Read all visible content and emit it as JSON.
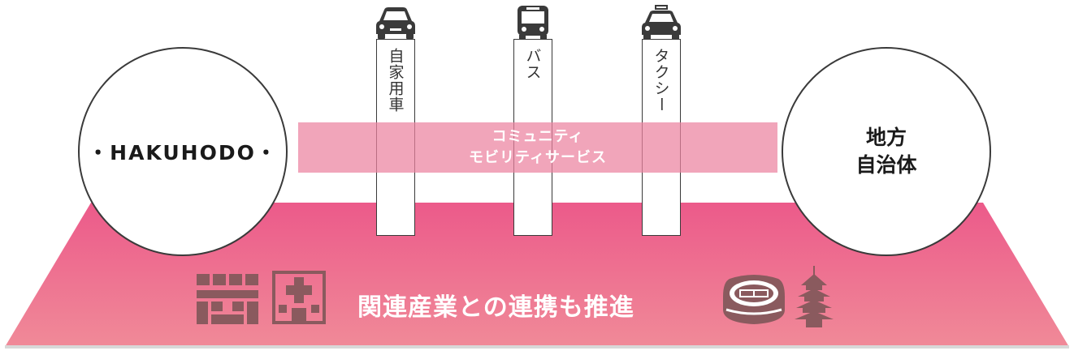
{
  "colors": {
    "platform_top": "#ec5a8a",
    "platform_bottom": "#f08a98",
    "band": "#eea0b8",
    "icon_brown": "#8a5a5e",
    "outline": "#3a3a3a"
  },
  "left_circle": {
    "label": "・HAKUHODO・"
  },
  "right_circle": {
    "label": "地方\n自治体"
  },
  "pillars": [
    {
      "label": "自家用車",
      "icon": "car-icon"
    },
    {
      "label": "バス",
      "icon": "bus-icon"
    },
    {
      "label": "タクシー",
      "icon": "taxi-icon"
    }
  ],
  "service": {
    "line1": "コミュニティ",
    "line2": "モビリティサービス"
  },
  "bottom": {
    "text": "関連産業との連携も推進",
    "icons": [
      "factory-icon",
      "hospital-icon",
      "stadium-icon",
      "pagoda-icon"
    ]
  }
}
